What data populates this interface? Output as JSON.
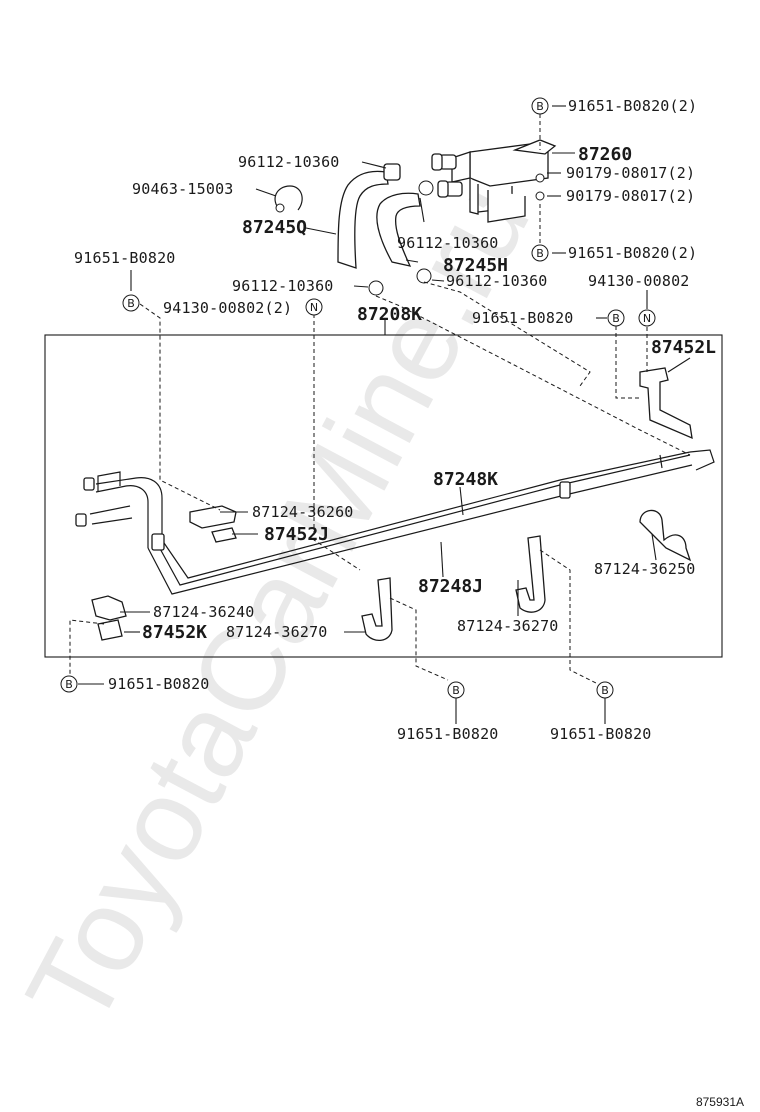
{
  "watermark": "ToyotaCarMine.ru",
  "reference_code": "875931A",
  "callouts": {
    "c1": "91651-B0820(2)",
    "c2": "87260",
    "c3": "96112-10360",
    "c4": "90179-08017(2)",
    "c5": "90463-15003",
    "c6": "90179-08017(2)",
    "c7": "87245Q",
    "c8": "96112-10360",
    "c9": "91651-B0820",
    "c10": "87245H",
    "c11": "91651-B0820(2)",
    "c12": "96112-10360",
    "c13": "96112-10360",
    "c14": "94130-00802",
    "c15": "94130-00802(2)",
    "c16": "87208K",
    "c17": "91651-B0820",
    "c18": "87452L",
    "c19": "87248K",
    "c20": "87124-36260",
    "c21": "87452J",
    "c22": "87248J",
    "c23": "87124-36250",
    "c24": "87124-36240",
    "c25": "87452K",
    "c26": "87124-36270",
    "c27": "87124-36270",
    "c28": "91651-B0820",
    "c29": "91651-B0820",
    "c30": "91651-B0820"
  },
  "symbols": {
    "b": "B",
    "n": "N"
  }
}
